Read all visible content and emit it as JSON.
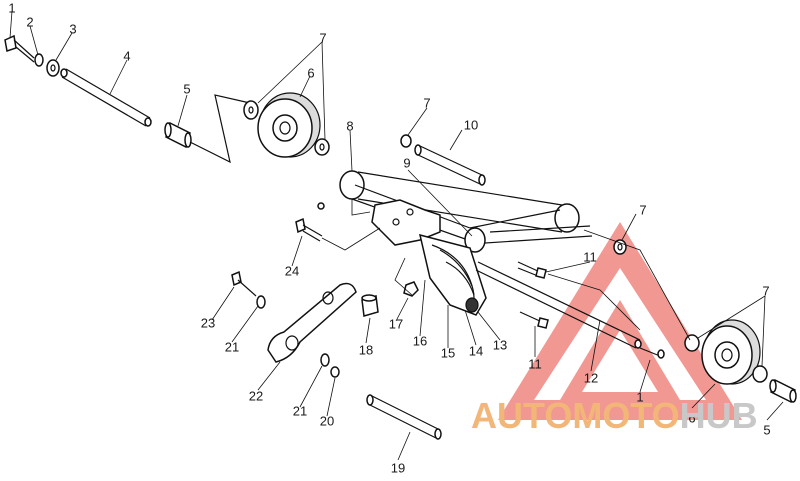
{
  "callouts": [
    {
      "id": "c1a",
      "text": "1"
    },
    {
      "id": "c2",
      "text": "2"
    },
    {
      "id": "c3",
      "text": "3"
    },
    {
      "id": "c4",
      "text": "4"
    },
    {
      "id": "c5a",
      "text": "5"
    },
    {
      "id": "c6a",
      "text": "6"
    },
    {
      "id": "c7a",
      "text": "7"
    },
    {
      "id": "c7b",
      "text": "7"
    },
    {
      "id": "c7c",
      "text": "7"
    },
    {
      "id": "c7d",
      "text": "7"
    },
    {
      "id": "c8",
      "text": "8"
    },
    {
      "id": "c9",
      "text": "9"
    },
    {
      "id": "c10",
      "text": "10"
    },
    {
      "id": "c11a",
      "text": "11"
    },
    {
      "id": "c11b",
      "text": "11"
    },
    {
      "id": "c12",
      "text": "12"
    },
    {
      "id": "c13",
      "text": "13"
    },
    {
      "id": "c14",
      "text": "14"
    },
    {
      "id": "c15",
      "text": "15"
    },
    {
      "id": "c16",
      "text": "16"
    },
    {
      "id": "c17",
      "text": "17"
    },
    {
      "id": "c18",
      "text": "18"
    },
    {
      "id": "c19",
      "text": "19"
    },
    {
      "id": "c20",
      "text": "20"
    },
    {
      "id": "c21a",
      "text": "21"
    },
    {
      "id": "c21b",
      "text": "21"
    },
    {
      "id": "c22",
      "text": "22"
    },
    {
      "id": "c23",
      "text": "23"
    },
    {
      "id": "c24",
      "text": "24"
    },
    {
      "id": "c1b",
      "text": "1"
    },
    {
      "id": "c6b",
      "text": "6"
    },
    {
      "id": "c5b",
      "text": "5"
    }
  ],
  "watermark": {
    "part1": "AUTOMOTO",
    "part2": "HUB",
    "color_primary": "#f2b679",
    "color_secondary": "#c8c8c8",
    "logo_color": "#e8453c"
  }
}
